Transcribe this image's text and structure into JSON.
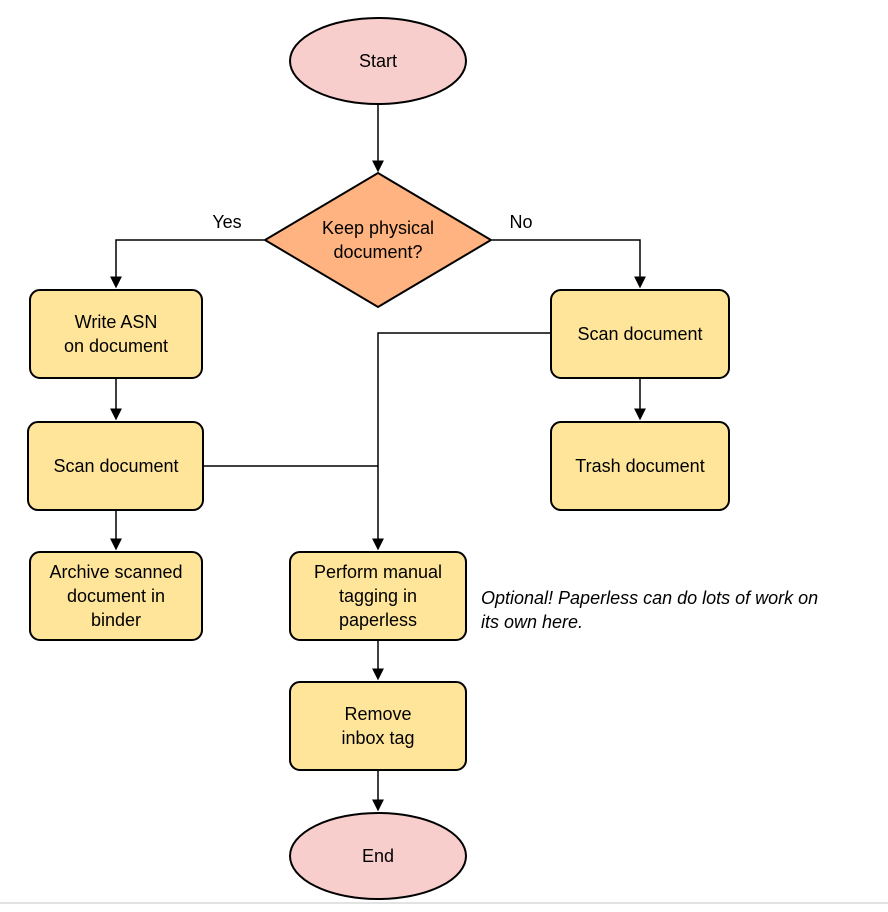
{
  "flowchart": {
    "colors": {
      "terminal_fill": "#f8cecc",
      "decision_fill": "#ffb380",
      "process_fill": "#ffe599",
      "stroke": "#000000"
    },
    "nodes": {
      "start": {
        "label": "Start"
      },
      "decision": {
        "line1": "Keep physical",
        "line2": "document?"
      },
      "write_asn": {
        "line1": "Write ASN",
        "line2": "on document"
      },
      "scan_left": {
        "label": "Scan document"
      },
      "archive": {
        "line1": "Archive scanned",
        "line2": "document in",
        "line3": "binder"
      },
      "scan_right": {
        "label": "Scan document"
      },
      "trash": {
        "label": "Trash document"
      },
      "tagging": {
        "line1": "Perform manual",
        "line2": "tagging in",
        "line3": "paperless"
      },
      "remove_inbox": {
        "line1": "Remove",
        "line2": "inbox tag"
      },
      "end": {
        "label": "End"
      }
    },
    "edge_labels": {
      "yes": "Yes",
      "no": "No"
    },
    "annotation": {
      "line1": "Optional! Paperless can do lots of work on",
      "line2": "its own here."
    }
  }
}
